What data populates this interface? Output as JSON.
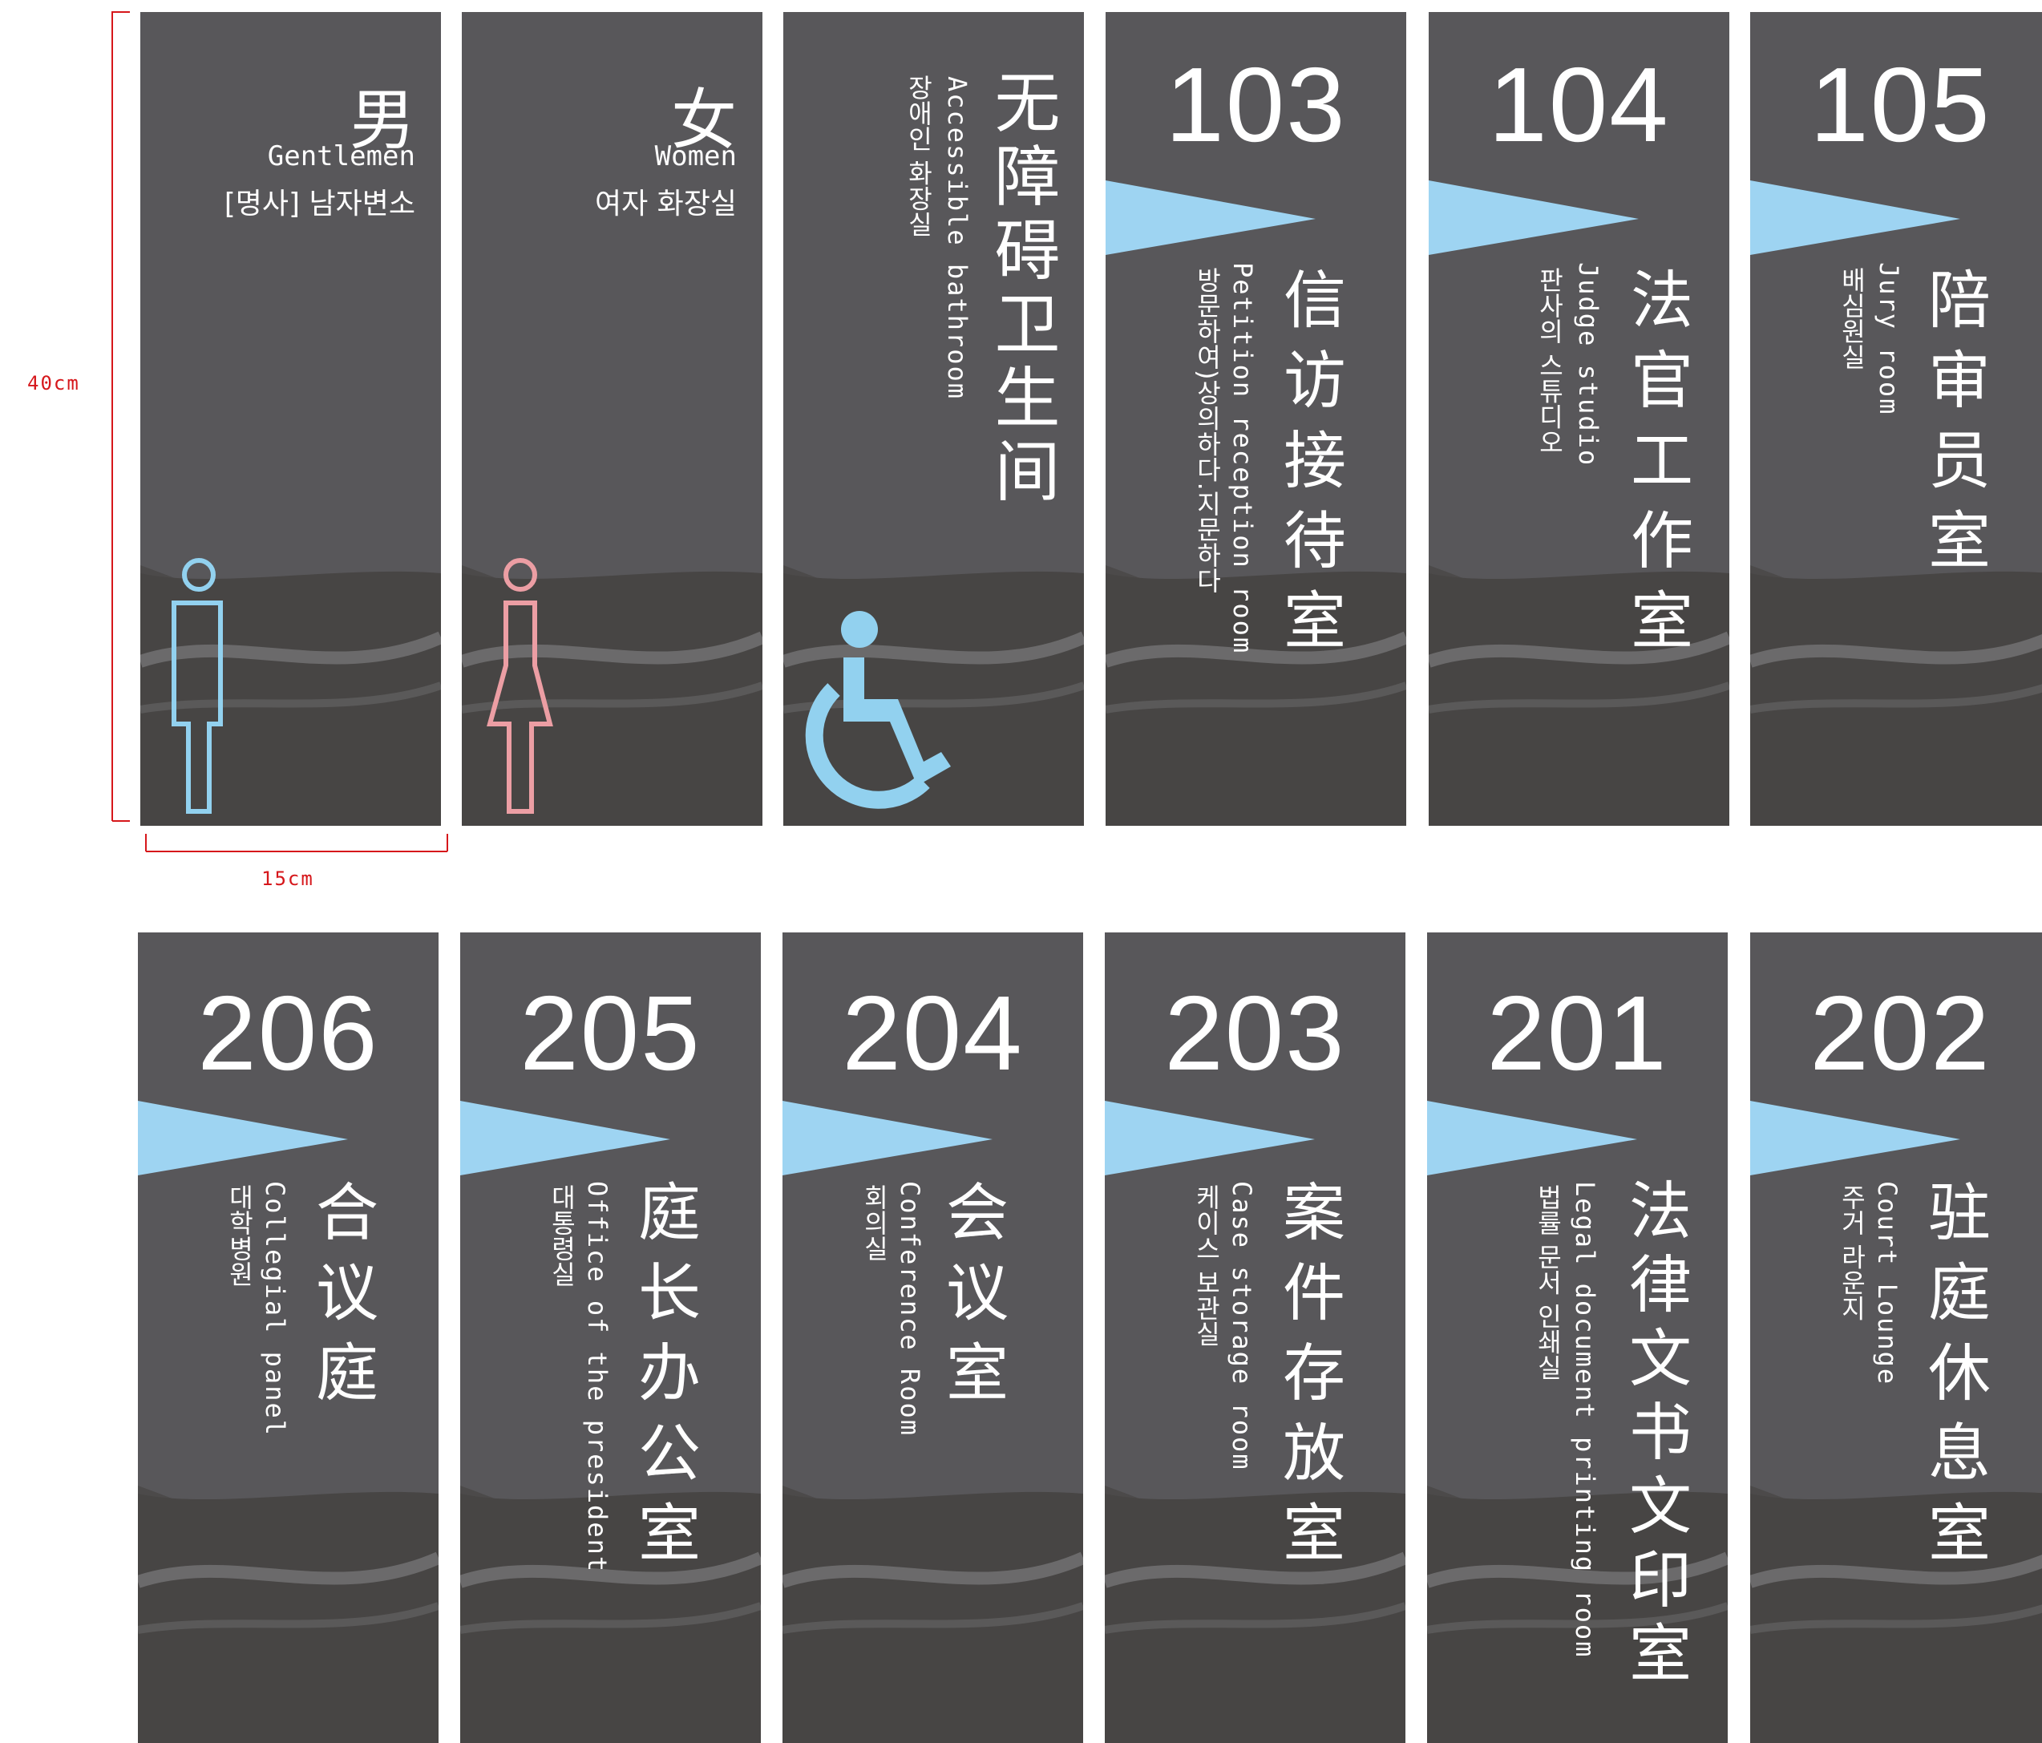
{
  "dimensions": {
    "height_label": "40cm",
    "width_label": "15cm"
  },
  "colors": {
    "panel": "#58575a",
    "wave_dark": "#474544",
    "wave_light": "#6b6a6b",
    "accent_blue": "#9ed4f2",
    "male_blue": "#92d1ef",
    "female_pink": "#ec9ea4",
    "dimension_red": "#d6171b"
  },
  "signs": {
    "gentlemen": {
      "cn": "男",
      "en": "Gentlemen",
      "ko": "[명사] 남자변소",
      "icon": "male-icon"
    },
    "women": {
      "cn": "女",
      "en": "Women",
      "ko": "여자 화장실",
      "icon": "female-icon"
    },
    "accessible": {
      "cn": "无障碍卫生间",
      "en": "Accessible bathroom",
      "ko": "장애인 화장실",
      "icon": "wheelchair-icon"
    },
    "s103": {
      "number": "103",
      "cn": "信访接待室",
      "en": "Petition reception room",
      "ko": "방문하여)상의하다.지문하다"
    },
    "s104": {
      "number": "104",
      "cn": "法官工作室",
      "en": "Judge studio",
      "ko": "판사의 스튜디오"
    },
    "s105": {
      "number": "105",
      "cn": "陪审员室",
      "en": "Jury room",
      "ko": "배심원실"
    },
    "s206": {
      "number": "206",
      "cn": "合议庭",
      "en": "Collegial panel",
      "ko": "대학병원"
    },
    "s205": {
      "number": "205",
      "cn": "庭长办公室",
      "en": "Office of the president",
      "ko": "대통령실"
    },
    "s204": {
      "number": "204",
      "cn": "会议室",
      "en": "Conference Room",
      "ko": "회의실"
    },
    "s203": {
      "number": "203",
      "cn": "案件存放室",
      "en": "Case storage room",
      "ko": "케이스 보관실"
    },
    "s201": {
      "number": "201",
      "cn": "法律文书文印室",
      "en": "Legal document printing room",
      "ko": "법률 문서 인쇄실"
    },
    "s202": {
      "number": "202",
      "cn": "驻庭休息室",
      "en": "Court Lounge",
      "ko": "주거 라운지"
    }
  }
}
